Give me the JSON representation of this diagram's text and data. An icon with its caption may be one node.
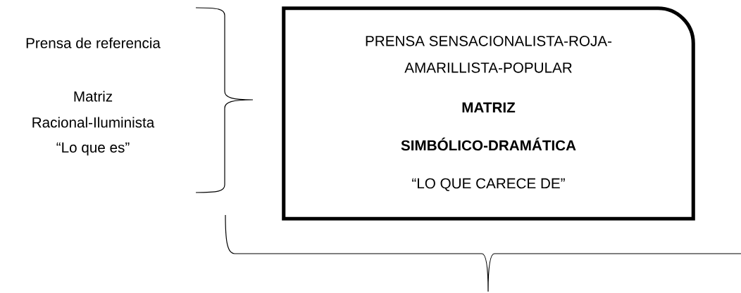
{
  "diagram": {
    "nodes": [
      {
        "text": [
          "PRENSA SENSACIONALISTA-ROJA-AMARILLISTA-POPULAR",
          "MATRIZ",
          "SIMBÓLICO-DRAMÁTICA",
          "“LO QUE CARECE DE”"
        ]
      }
    ],
    "labels": [
      "Prensa de referencia",
      "Matriz",
      "Racional-Iluminista",
      "“Lo que es”"
    ]
  }
}
